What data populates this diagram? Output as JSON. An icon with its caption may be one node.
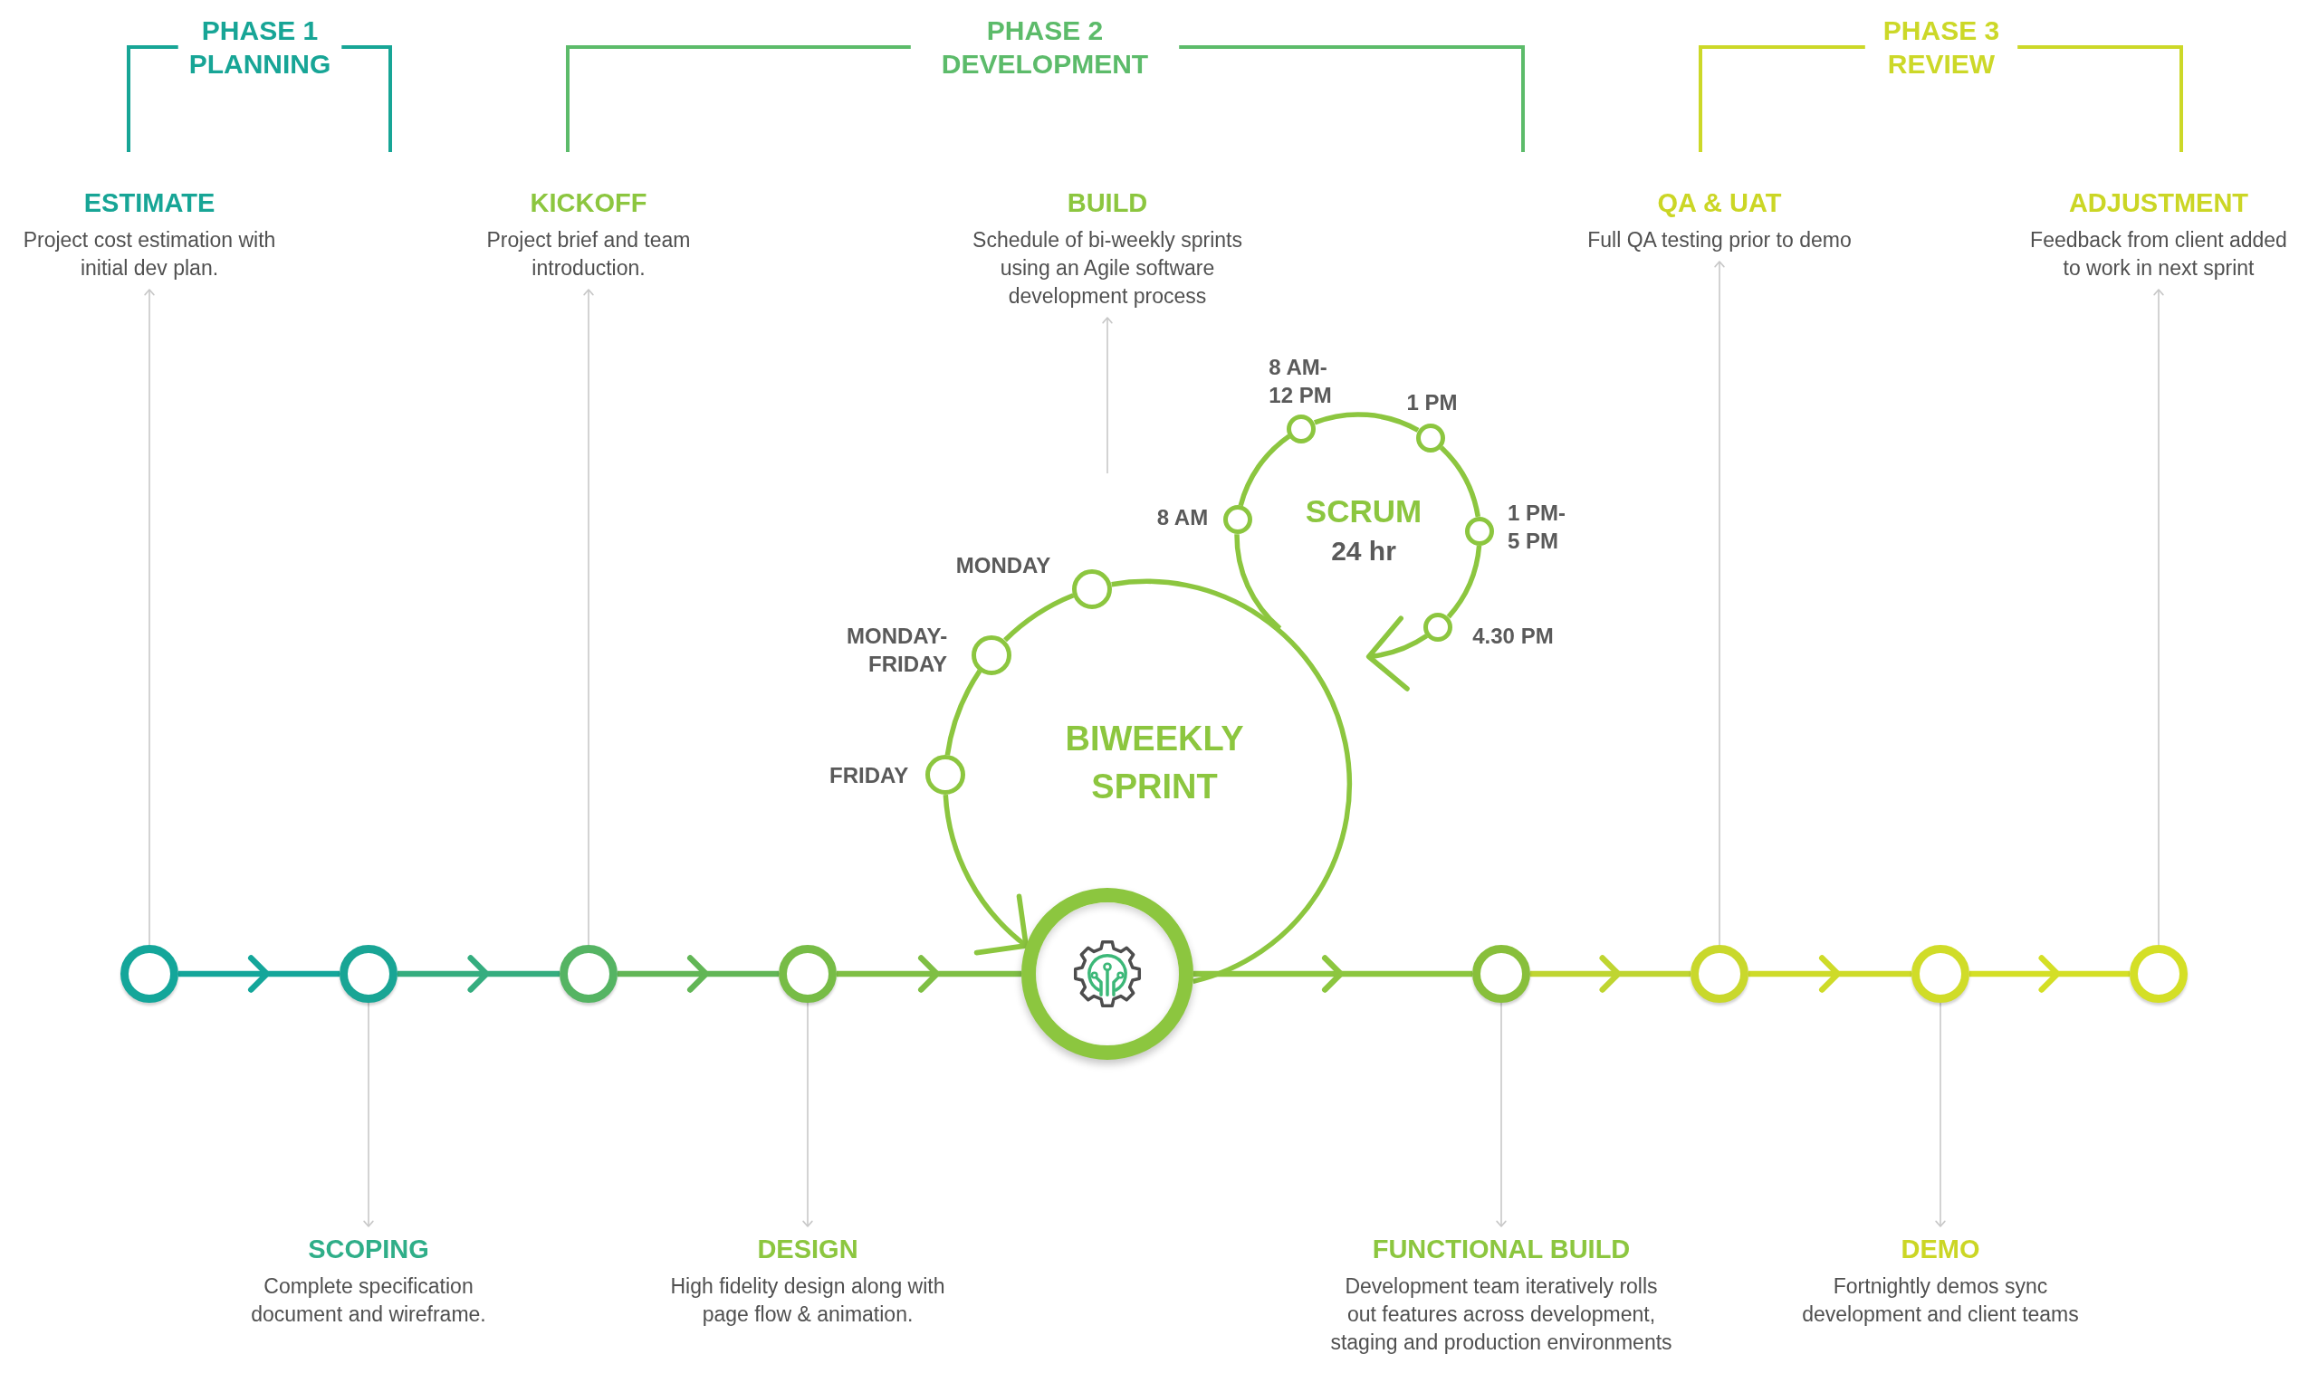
{
  "diagram": {
    "nodes": [
      {
        "text": [
          "ESTIMATE",
          "Project cost estimation with initial dev plan."
        ]
      },
      {
        "text": [
          "KICKOFF",
          "Project brief and team introduction."
        ]
      },
      {
        "text": [
          "BUILD",
          "Schedule of bi-weekly sprints using an Agile software development process"
        ]
      },
      {
        "text": [
          "QA & UAT",
          "Full QA testing prior to demo"
        ]
      },
      {
        "text": [
          "ADJUSTMENT",
          "Feedback from client added to work in next sprint"
        ]
      },
      {
        "text": [],
        "shape": "circle",
        "beside": [
          "8 AM"
        ]
      },
      {
        "text": [],
        "shape": "circle",
        "beside": [
          "8 AM-12 PM"
        ]
      },
      {
        "text": [],
        "shape": "circle",
        "beside": [
          "1 PM"
        ]
      },
      {
        "text": [],
        "shape": "circle",
        "beside": [
          "1 PM-5 PM"
        ]
      },
      {
        "text": [],
        "shape": "circle",
        "beside": [
          "4.30 PM"
        ]
      },
      {
        "text": [],
        "shape": "circle",
        "beside": [
          "MONDAY"
        ]
      },
      {
        "text": [],
        "shape": "circle",
        "beside": [
          "MONDAY-FRIDAY"
        ]
      },
      {
        "text": [],
        "shape": "circle",
        "beside": [
          "FRIDAY"
        ]
      },
      {
        "text": [],
        "shape": "circle"
      },
      {
        "text": [],
        "shape": "circle"
      },
      {
        "text": [],
        "shape": "circle"
      },
      {
        "text": [],
        "shape": "circle"
      },
      {
        "text": [],
        "shape": "circle"
      },
      {
        "text": [],
        "shape": "circle"
      },
      {
        "text": [],
        "shape": "circle"
      },
      {
        "text": [],
        "shape": "circle"
      },
      {
        "text": [],
        "shape": "circle"
      },
      {
        "text": [
          "SCOPING",
          "Complete specification document and wireframe."
        ]
      },
      {
        "text": [
          "DESIGN",
          "High fidelity design along with page flow & animation."
        ]
      },
      {
        "text": [
          "FUNCTIONAL BUILD",
          "Development team iteratively rolls out features across development, staging and production environments"
        ]
      },
      {
        "text": [
          "DEMO",
          "Fortnightly demos sync development and client teams"
        ]
      }
    ],
    "edges": [
      {
        "from": 13,
        "to": 14,
        "arrow": "to",
        "color": "#14a69a"
      },
      {
        "from": 14,
        "to": 15,
        "arrow": "to",
        "color": "#35ad7f"
      },
      {
        "from": 15,
        "to": 16,
        "arrow": "to",
        "color": "#62b656"
      },
      {
        "from": 16,
        "to": 17,
        "arrow": "to",
        "color": "#7fbf44"
      },
      {
        "from": 17,
        "to": 18,
        "arrow": "to"
      },
      {
        "from": 18,
        "to": 19,
        "arrow": "to",
        "color": "#bfd531"
      },
      {
        "from": 19,
        "to": 20,
        "arrow": "to",
        "color": "#cedb29"
      },
      {
        "from": 20,
        "to": 21,
        "arrow": "to",
        "color": "#d4df26"
      },
      {
        "from": 17,
        "to": 10,
        "arrow": "none"
      },
      {
        "from": 10,
        "to": 11,
        "arrow": "none"
      },
      {
        "from": 11,
        "to": 12,
        "arrow": "none"
      },
      {
        "from": 12,
        "to": 17,
        "arrow": "to"
      },
      {
        "from": null,
        "to": 5,
        "arrow": "none"
      },
      {
        "from": 5,
        "to": 6,
        "arrow": "none"
      },
      {
        "from": 6,
        "to": 7,
        "arrow": "none"
      },
      {
        "from": 7,
        "to": 8,
        "arrow": "none"
      },
      {
        "from": 8,
        "to": 9,
        "arrow": "none"
      },
      {
        "from": 9,
        "to": null,
        "arrow": "to"
      },
      {
        "from": 13,
        "to": 0,
        "arrow": "to",
        "color": "#c8c8c8"
      },
      {
        "from": 15,
        "to": 1,
        "arrow": "to",
        "color": "#c8c8c8"
      },
      {
        "from": null,
        "to": 2,
        "arrow": "to",
        "color": "#c8c8c8"
      },
      {
        "from": 19,
        "to": 3,
        "arrow": "to",
        "color": "#c8c8c8"
      },
      {
        "from": 21,
        "to": 4,
        "arrow": "to",
        "color": "#c8c8c8"
      },
      {
        "from": 14,
        "to": 22,
        "arrow": "to",
        "color": "#c8c8c8"
      },
      {
        "from": 16,
        "to": 23,
        "arrow": "to",
        "color": "#c8c8c8"
      },
      {
        "from": 18,
        "to": 24,
        "arrow": "to",
        "color": "#c8c8c8"
      },
      {
        "from": 20,
        "to": 25,
        "arrow": "to",
        "color": "#c8c8c8"
      }
    ],
    "labels": [
      "PHASE 1 PLANNING",
      "PHASE 2 DEVELOPMENT",
      "PHASE 3 REVIEW",
      "SCRUM",
      "24 hr",
      "BIWEEKLY SPRINT"
    ]
  }
}
